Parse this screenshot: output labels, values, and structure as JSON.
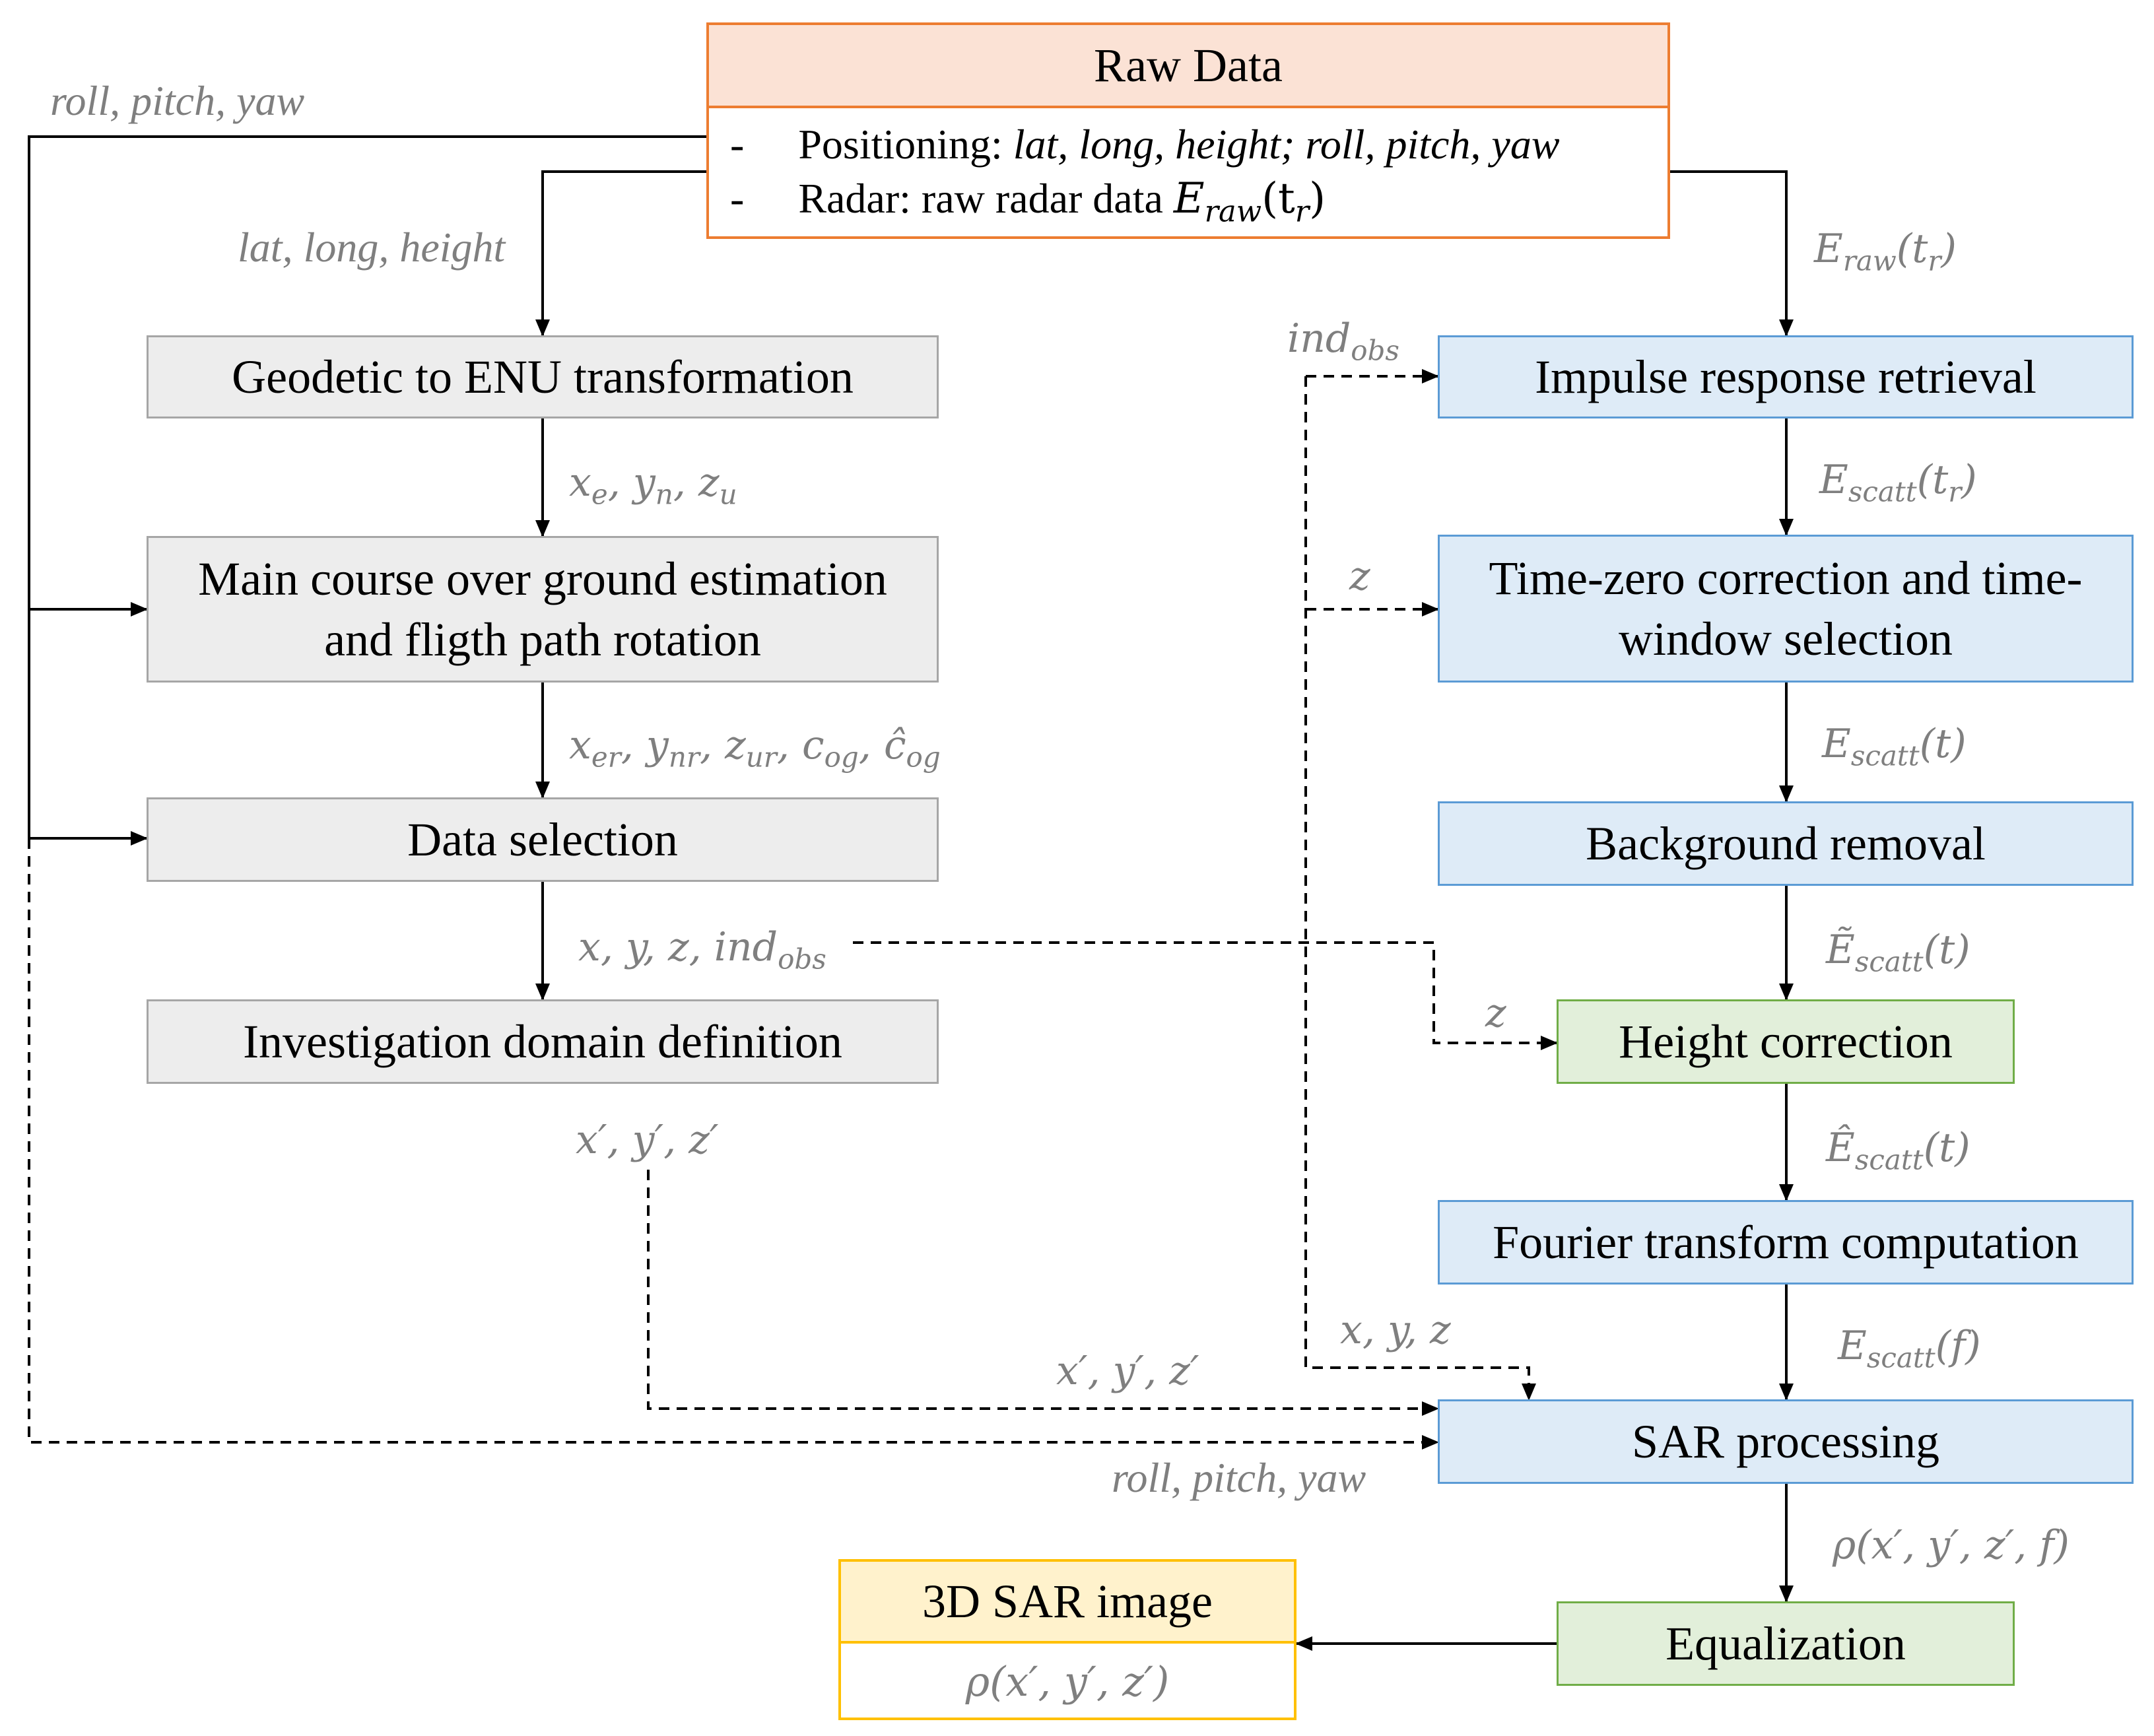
{
  "raw_data": {
    "title": "Raw Data",
    "items": [
      {
        "bullet": "-",
        "label": "Positioning:",
        "value": "lat, long, height; roll, pitch, yaw"
      },
      {
        "bullet": "-",
        "label": "Radar: raw radar data",
        "symbol": "E",
        "sub": "raw",
        "arg": "(t",
        "arg_sub": "r",
        "close": ")"
      }
    ]
  },
  "left_chain": {
    "geodetic": "Geodetic to ENU transformation",
    "course_line1": "Main course over ground estimation",
    "course_line2": "and fligth path rotation",
    "data_selection": "Data selection",
    "investigation": "Investigation domain definition"
  },
  "right_chain": {
    "impulse": "Impulse response retrieval",
    "timezero_line1": "Time-zero correction and time-",
    "timezero_line2": "window selection",
    "background": "Background removal",
    "height": "Height correction",
    "fourier": "Fourier transform computation",
    "sar": "SAR processing",
    "equalization": "Equalization"
  },
  "output": {
    "title": "3D SAR image",
    "formula": "ρ(x′, y′, z′)"
  },
  "labels": {
    "roll_pitch_yaw_top": "roll, pitch, yaw",
    "lat_long_height": "lat, long, height",
    "xe_yn_zu": "x, y, z",
    "xer_ynr": "x, y, z, c, ĉ",
    "xyz_indobs": "x, y, z, ind",
    "xprime_left": "x′, y′, z′",
    "xprime_bottom": "x′, y′, z′",
    "roll_pitch_yaw_bottom": "roll, pitch, yaw",
    "e_raw": "E(t)",
    "ind_obs": "ind",
    "z_timezero": "z",
    "e_scatt_tr": "E(t)",
    "e_scatt_t": "E(t)",
    "e_tilde": "Ẽ(t)",
    "z_height": "z",
    "e_hat": "Ê(t)",
    "xyz_sar": "x, y, z",
    "e_scatt_f": "E(f)",
    "rho_f": "ρ(x′, y′, z′, f)"
  },
  "colors": {
    "raw_border": "#ed7d31",
    "raw_header": "#fbe2d5",
    "gray_fill": "#ededed",
    "blue_fill": "#deebf7",
    "blue_border": "#5b9bd5",
    "green_fill": "#e2efda",
    "green_border": "#70ad47",
    "output_border": "#ffc000",
    "output_header": "#fff2cc",
    "label_gray": "#7f7f7f"
  }
}
